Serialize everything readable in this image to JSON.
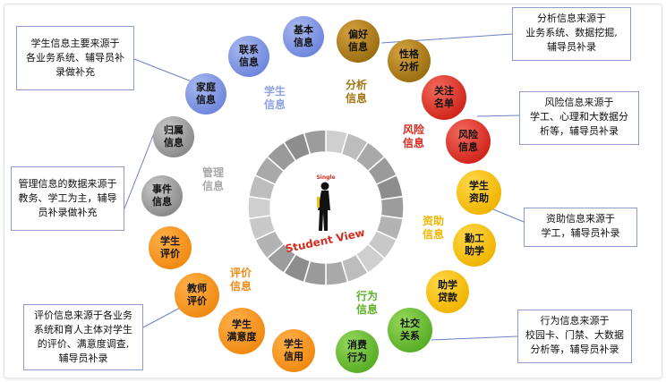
{
  "center": {
    "title": "Student View",
    "subtitle": "Single"
  },
  "categories": {
    "student": {
      "label": "学生\n信息",
      "color": "#8ea2e8"
    },
    "analysis": {
      "label": "分析\n信息",
      "color": "#a07512"
    },
    "risk": {
      "label": "风险\n信息",
      "color": "#d52b20"
    },
    "aid": {
      "label": "资助\n信息",
      "color": "#f2b600"
    },
    "behavior": {
      "label": "行为\n信息",
      "color": "#5faf2a"
    },
    "evaluation": {
      "label": "评价\n信息",
      "color": "#f08c16"
    },
    "management": {
      "label": "管理\n信息",
      "color": "#a8a8a8"
    }
  },
  "nodes": {
    "basic": "基本\n信息",
    "contact": "联系\n信息",
    "family": "家庭\n信息",
    "belonging": "归属\n信息",
    "event": "事件\n信息",
    "preference": "偏好\n信息",
    "personality": "性格\n分析",
    "attention": "关注\n名单",
    "risk": "风险\n信息",
    "aid": "学生\n资助",
    "work_study": "勤工\n助学",
    "loan": "助学\n贷款",
    "social": "社交\n关系",
    "consumption": "消费\n行为",
    "credit": "学生\n信用",
    "satisfaction": "学生\n满意度",
    "teacher_eval": "教师\n评价",
    "student_eval": "学生\n评价"
  },
  "notes": {
    "student": "学生信息主要来源于\n各业务系统、辅导员补\n录做补充",
    "analysis": "分析信息来源于\n业务系统、数据挖掘,\n辅导员补录",
    "risk": "风险信息来源于\n学工、心理和大数据分\n析等，辅导员补录",
    "management": "管理信息的数据来源于\n教务、学工为主，辅导\n员补录做补充",
    "aid": "资助信息来源于\n学工，辅导员补录",
    "evaluation": "评价信息来源于各业务\n系统和育人主体对学生\n的评价、满意度调查,\n辅导员补录",
    "behavior": "行为信息来源于\n校园卡、门禁、大数据\n分析等，辅导员补录"
  },
  "colors": {
    "ring_light": "#cfcfcf",
    "ring_dark": "#8d8d8d",
    "title_red": "#d32d1f",
    "connector": "#6d80c6"
  }
}
